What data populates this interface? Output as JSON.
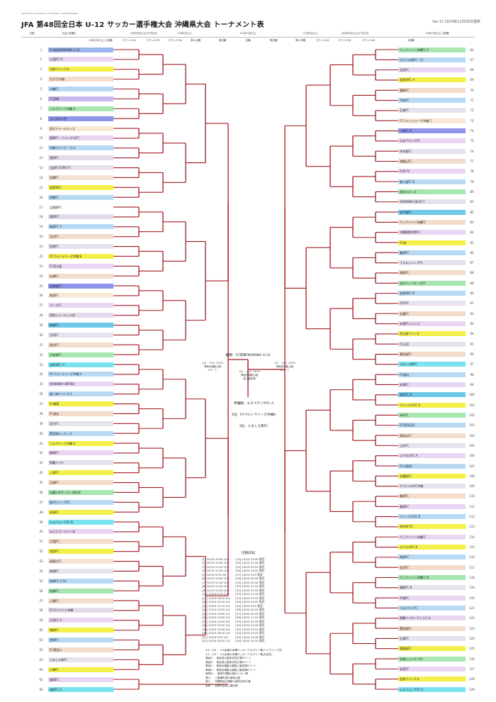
{
  "header": {
    "tiny_label": "THE 48TH ALL JAPAN U-12 FOOTBALL CHAMPIONSHIP",
    "title": "JFA 第48回全日本 U-12 サッカー選手権大会 沖縄県大会 トーナメント表",
    "version": "Ver.17   2024年11月30日更新"
  },
  "columns": {
    "left": {
      "c1": "日程",
      "c1b": "大会(1回戦)",
      "c2": "10月19日(土) 1回戦",
      "c3": "10月26日(土)/27日(日)",
      "c3a": "ラウンド16",
      "c3b": "ラウンド32",
      "c4": "11月2日(土)",
      "c4a": "ラウンド16",
      "c4b": "準々決勝",
      "c5": "準決勝"
    },
    "center": {
      "c1": "11月23日(土)",
      "c1a": "決勝"
    },
    "right": {
      "c1": "11月2日(土)",
      "c1a": "準々決勝",
      "c1b": "ラウンド16",
      "c2": "10月26日(土)/27日(日)",
      "c2a": "ラウンド32",
      "c2b": "ラウンド64",
      "c3": "10月19日(土) 1回戦",
      "c3a": "1回戦"
    }
  },
  "center": {
    "final_label": "優勝：FC琉球OKINAWA U-12",
    "final_venue": "2/4    11/3  13:00\n県総合運動公園\n陸上競技場",
    "semi_left": "2/4    11/3  13:00\n県総合運動公園\nAコート",
    "semi_right": "1/1    11/3  13:00\n県総合運動公園\nBコート",
    "champion": "準優勝：エスペランサFC A",
    "third1": "3位：FCウルトラリーグ沖縄A",
    "third2": "3位：とみしろ南FC"
  },
  "schedule": {
    "title": "1回戦日程",
    "rows_left": [
      "[1]  10/19  10:00  2/4",
      "[2]  10/19  10:40  2/4",
      "[3]  10/19  11:20  2/4",
      "[4]  10/19  12:00  2/4",
      "[5]  10/19  9:20  2/4",
      "[6]  10/19  10:00  2/4",
      "[7]  10/19  10:40  2/4",
      "[8]  10/19  11:20  2/4",
      "[9]  10/19  12:00  2/4",
      "[10]  10/19  9:20  2/4",
      "[11]  10/19  10:00  2/4",
      "[12]  10/19  10:40  2/4",
      "[13]  10/19  11:20  2/4",
      "[14]  10/19  12:00  2/4",
      "[15]  10/19  13:00  2/4",
      "[16]  10/19  13:40  2/4",
      "[17]  10/19  14:20  2/4",
      "[18]  10/19  15:00  2/4",
      "[19]  10/19  15:40  2/4",
      "[20]  10/19  16:20  2/4",
      "[21]  10/19  9:20  2/4",
      "[22]  10/19  10:00  2/4"
    ],
    "rows_right": [
      "[23]  10/20  12:00  奥武",
      "[24]  10/20  12:40  奥武",
      "[25]  10/20  13:20  奥武",
      "[26]  10/20  14:00  奥武",
      "[27]  10/20  9:20  奥武",
      "[28]  10/20  10:00  奥武",
      "[29]  10/20  10:40  奥武",
      "[30]  10/20  11:20  奥武",
      "[31]  10/20  12:00  奥武",
      "[32]  10/20  12:40  奥武",
      "[33]  10/20  13:20  奥武",
      "[34]  10/20  14:00  奥武",
      "[35]  10/20  9:20  奥武",
      "[36]  10/20  10:00  奥武",
      "[37]  10/20  10:40  奥武",
      "[38]  10/20  11:20  奥武",
      "[39]  10/20  12:00  奥武",
      "[40]  10/20  12:40  奥武",
      "[41]  10/20  13:20  奥武",
      "[42]  10/20  14:00  奥武",
      "[43]  10/20  14:40  奥武",
      "[44]  10/20  15:20  奥武"
    ]
  },
  "legend": [
    "2/4・2/4  ：  2/4会場の沖縄サッカーアカデミー場(ハイブリッド芝)",
    "1/1・2/2  ：  2/2会場の沖縄サッカーアカデミー場(天然芝)",
    "奥武A  ：  奥武島公園多目的広場Aコート",
    "奥武B  ：  奥武島公園多目的広場Bコート",
    "県総A  ：  県総合運動公園陸上競技場Aコート",
    "県総B  ：  県総合運動公園陸上競技場Bコート",
    "東風平  ：  東風平運動公園サッカー場",
    "港川  ：  八重瀬町港川緑地公園",
    "美ら  ：  沖縄県総合運動公園多目的広場",
    "西原  ：  西原町民陸上競技場"
  ],
  "left_teams": [
    {
      "n": "1",
      "name": "FC琉球OKINAWA U-12",
      "c": "#9fb5ef"
    },
    {
      "n": "2",
      "name": "大里JFC A",
      "c": "#e6d6ef"
    },
    {
      "n": "3",
      "name": "北部ウイングス",
      "c": "#f4f04a"
    },
    {
      "n": "4",
      "name": "たけさち南J",
      "c": "#f3dccc"
    },
    {
      "n": "5",
      "name": "与儀FC",
      "c": "#b8d9f4"
    },
    {
      "n": "6",
      "name": "FC西崎",
      "c": "#c9b8f0"
    },
    {
      "n": "7",
      "name": "ソルアリーナ沖縄 A",
      "c": "#a8e6b0"
    },
    {
      "n": "8",
      "name": "ふたわかけ合",
      "c": "#8e94ea"
    },
    {
      "n": "9",
      "name": "読谷ドリームキッズ",
      "c": "#f8e8d4"
    },
    {
      "n": "10",
      "name": "嘉数FC・ウイングスFC",
      "c": "#e9d6f3"
    },
    {
      "n": "11",
      "name": "沖縄ウイング・ゴゴ",
      "c": "#b8d9f4"
    },
    {
      "n": "12",
      "name": "浦添FC",
      "c": "#e3dbe9"
    },
    {
      "n": "13",
      "name": "北部FUTURE FC",
      "c": "#e7e2ec"
    },
    {
      "n": "14",
      "name": "泡瀬FC",
      "c": "#f6e3d6"
    },
    {
      "n": "15",
      "name": "宜野湾FC",
      "c": "#f4f04a"
    },
    {
      "n": "16",
      "name": "佐敷FC",
      "c": "#b7dcf1"
    },
    {
      "n": "17",
      "name": "比屋根FC",
      "c": "#ffffff"
    },
    {
      "n": "18",
      "name": "浦添FC",
      "c": "#e3dbe9"
    },
    {
      "n": "19",
      "name": "美東FC A",
      "c": "#b8d9f4"
    },
    {
      "n": "20",
      "name": "北谷FC",
      "c": "#f3dccc"
    },
    {
      "n": "21",
      "name": "西原FC",
      "c": "#e7e2ec"
    },
    {
      "n": "22",
      "name": "FCウルトラリーグ沖縄 B",
      "c": "#f4f04a"
    },
    {
      "n": "23",
      "name": "FC宮古島",
      "c": "#e9d6f3"
    },
    {
      "n": "24",
      "name": "糸満FC",
      "c": "#f3dccc"
    },
    {
      "n": "25",
      "name": "宜野座FC",
      "c": "#8e94ea"
    },
    {
      "n": "26",
      "name": "美東FC",
      "c": "#f8e8d4"
    },
    {
      "n": "27",
      "name": "ゴーカFC",
      "c": "#e9d6f3"
    },
    {
      "n": "28",
      "name": "宮崎ミュージッキ合",
      "c": "#e3dbe9"
    },
    {
      "n": "29",
      "name": "南風FC",
      "c": "#6ec8e8"
    },
    {
      "n": "30",
      "name": "石垣FC",
      "c": "#e7e2ec"
    },
    {
      "n": "31",
      "name": "読谷FC",
      "c": "#f3dccc"
    },
    {
      "n": "32",
      "name": "大宜味FC",
      "c": "#a8e6b0"
    },
    {
      "n": "33",
      "name": "宜野湾FC A",
      "c": "#7be3ef"
    },
    {
      "n": "34",
      "name": "FCウルトラリーグ沖縄 A",
      "c": "#b8d9f4"
    },
    {
      "n": "35",
      "name": "OKINAWA UNITED",
      "c": "#e9d6f3"
    },
    {
      "n": "36",
      "name": "美ら海ウイングス",
      "c": "#b8d9f4"
    },
    {
      "n": "37",
      "name": "FC美東",
      "c": "#f4f04a"
    },
    {
      "n": "38",
      "name": "FC具志",
      "c": "#f3dccc"
    },
    {
      "n": "39",
      "name": "宮古FC",
      "c": "#e7e2ec"
    },
    {
      "n": "40",
      "name": "豊見城キッカーズ",
      "c": "#b8d9f4"
    },
    {
      "n": "41",
      "name": "ソルアリーナ沖縄 A",
      "c": "#f4f04a"
    },
    {
      "n": "42",
      "name": "兼城FC",
      "c": "#e9d6f3"
    },
    {
      "n": "43",
      "name": "那覇ジラチ",
      "c": "#e7e2ec"
    },
    {
      "n": "44",
      "name": "上里FC",
      "c": "#f4f04a"
    },
    {
      "n": "45",
      "name": "玉城FC",
      "c": "#f3dccc"
    },
    {
      "n": "46",
      "name": "名護少年サッカー同好会",
      "c": "#a8e6b0"
    },
    {
      "n": "47",
      "name": "源河ウイングFC",
      "c": "#b8d9f4"
    },
    {
      "n": "48",
      "name": "安岡FC",
      "c": "#f4f04a"
    },
    {
      "n": "49",
      "name": "エスペランサFC B",
      "c": "#7be3ef"
    },
    {
      "n": "50",
      "name": "みどりゴールデン合",
      "c": "#e9d6f3"
    },
    {
      "n": "51",
      "name": "大里JFC",
      "c": "#f3dccc"
    },
    {
      "n": "52",
      "name": "首里FC",
      "c": "#f4f04a"
    },
    {
      "n": "53",
      "name": "真嘉比FC",
      "c": "#f6e3d6"
    },
    {
      "n": "54",
      "name": "南城FC",
      "c": "#e7e2ec"
    },
    {
      "n": "55",
      "name": "琉球FC U-12",
      "c": "#b8d9f4"
    },
    {
      "n": "56",
      "name": "安謝FC",
      "c": "#a8e6b0"
    },
    {
      "n": "57",
      "name": "上間FC",
      "c": "#f3dccc"
    },
    {
      "n": "58",
      "name": "FCグラウンド沖縄",
      "c": "#e3dbe9"
    },
    {
      "n": "59",
      "name": "大里FC A",
      "c": "#e9d6f3"
    },
    {
      "n": "60",
      "name": "城前FC",
      "c": "#f4f04a"
    },
    {
      "n": "61",
      "name": "宜野FC",
      "c": "#b8d9f4"
    },
    {
      "n": "62",
      "name": "FC東田川",
      "c": "#f3dccc"
    },
    {
      "n": "63",
      "name": "とみしろ南FC",
      "c": "#e7e2ec"
    },
    {
      "n": "64",
      "name": "小禄FC",
      "c": "#f4f04a"
    },
    {
      "n": "65",
      "name": "美東FC",
      "c": "#e9d6f3"
    },
    {
      "n": "66",
      "name": "城前FC A",
      "c": "#7be3ef"
    }
  ],
  "right_teams": [
    {
      "n": "66",
      "name": "ヴィクトリー沖縄FC A",
      "c": "#a8e6b0"
    },
    {
      "n": "67",
      "name": "たけとみ南FC・FC",
      "c": "#b8d9f4"
    },
    {
      "n": "68",
      "name": "石垣FC",
      "c": "#e9d6f3"
    },
    {
      "n": "69",
      "name": "宜野湾FC A",
      "c": "#f4f04a"
    },
    {
      "n": "70",
      "name": "嘉数FC",
      "c": "#f3dccc"
    },
    {
      "n": "71",
      "name": "平安FC",
      "c": "#b8d9f4"
    },
    {
      "n": "72",
      "name": "石嶺FC",
      "c": "#e7e2ec"
    },
    {
      "n": "73",
      "name": "FCウルトラリーグ沖縄 C",
      "c": "#f8e8d4"
    },
    {
      "n": "74",
      "name": "小禄FC A",
      "c": "#8e94ea"
    },
    {
      "n": "75",
      "name": "久米アカハチFC",
      "c": "#e9d6f3"
    },
    {
      "n": "76",
      "name": "仲井真FC",
      "c": "#e7e2ec"
    },
    {
      "n": "77",
      "name": "津嘉山FC",
      "c": "#f3dccc"
    },
    {
      "n": "78",
      "name": "FUN FC",
      "c": "#e9d6f3"
    },
    {
      "n": "79",
      "name": "美ら島FC B",
      "c": "#b8d9f4"
    },
    {
      "n": "80",
      "name": "具志川キッズ",
      "c": "#a8e6b0"
    },
    {
      "n": "81",
      "name": "OKINAWA SELECT",
      "c": "#e7e2ec"
    },
    {
      "n": "82",
      "name": "北中城FC",
      "c": "#6ec8e8"
    },
    {
      "n": "83",
      "name": "ヴィクトリー沖縄FC",
      "c": "#f3dccc"
    },
    {
      "n": "84",
      "name": "沖縄国際学院FC",
      "c": "#e9d6f3"
    },
    {
      "n": "85",
      "name": "FC南",
      "c": "#f4f04a"
    },
    {
      "n": "86",
      "name": "兼原FC",
      "c": "#b8d9f4"
    },
    {
      "n": "87",
      "name": "うるまジュニアFC",
      "c": "#e7e2ec"
    },
    {
      "n": "88",
      "name": "高原FC",
      "c": "#f3dccc"
    },
    {
      "n": "89",
      "name": "北谷ファイターズFC",
      "c": "#a8e6b0"
    },
    {
      "n": "90",
      "name": "宜野湾FC B",
      "c": "#b8d9f4"
    },
    {
      "n": "91",
      "name": "伊平FC",
      "c": "#e7e2ec"
    },
    {
      "n": "92",
      "name": "名護FC",
      "c": "#f3dccc"
    },
    {
      "n": "93",
      "name": "糸満FCジュニア",
      "c": "#e9d6f3"
    },
    {
      "n": "94",
      "name": "宮古島ウインズ",
      "c": "#f4f04a"
    },
    {
      "n": "95",
      "name": "FC石垣",
      "c": "#e7e2ec"
    },
    {
      "n": "96",
      "name": "豊見城FC",
      "c": "#f3dccc"
    },
    {
      "n": "97",
      "name": "とみしろ南FC",
      "c": "#7be3ef"
    },
    {
      "n": "98",
      "name": "FC美浜",
      "c": "#b8d9f4"
    },
    {
      "n": "99",
      "name": "糸満FC",
      "c": "#e9d6f3"
    },
    {
      "n": "100",
      "name": "浦添FC B",
      "c": "#6ec8e8"
    },
    {
      "n": "101",
      "name": "ウイングスFC A",
      "c": "#f4f04a"
    },
    {
      "n": "102",
      "name": "SoLFC",
      "c": "#a8e6b0"
    },
    {
      "n": "103",
      "name": "FC武田石西",
      "c": "#b8d9f4"
    },
    {
      "n": "104",
      "name": "真和志FC",
      "c": "#f3dccc"
    },
    {
      "n": "105",
      "name": "山内FC",
      "c": "#e7e2ec"
    },
    {
      "n": "106",
      "name": "エクセスFC A",
      "c": "#e9d6f3"
    },
    {
      "n": "107",
      "name": "FC与那原",
      "c": "#b8d9f4"
    },
    {
      "n": "108",
      "name": "名護東FC",
      "c": "#f4f04a"
    },
    {
      "n": "109",
      "name": "ボアビスタFC沖縄",
      "c": "#e7e2ec"
    },
    {
      "n": "110",
      "name": "美原FC",
      "c": "#f3dccc"
    },
    {
      "n": "111",
      "name": "美東FC",
      "c": "#e9d6f3"
    },
    {
      "n": "112",
      "name": "ウイングスFC B",
      "c": "#b8d9f4"
    },
    {
      "n": "113",
      "name": "SHURI FC",
      "c": "#f4f04a"
    },
    {
      "n": "114",
      "name": "ヴィクトリー沖縄FC",
      "c": "#e9d6f3"
    },
    {
      "n": "115",
      "name": "エクセスFC B",
      "c": "#f4f04a"
    },
    {
      "n": "116",
      "name": "南部FC",
      "c": "#b8d9f4"
    },
    {
      "n": "117",
      "name": "金武FC",
      "c": "#f3dccc"
    },
    {
      "n": "118",
      "name": "ヴィクトリー沖縄FC B",
      "c": "#a8e6b0"
    },
    {
      "n": "119",
      "name": "嘉数FC B",
      "c": "#e7e2ec"
    },
    {
      "n": "120",
      "name": "中城FC",
      "c": "#e9d6f3"
    },
    {
      "n": "121",
      "name": "とみぐすくFC",
      "c": "#b8d9f4"
    },
    {
      "n": "122",
      "name": "那覇インターナショナル",
      "c": "#e9d6f3"
    },
    {
      "n": "123",
      "name": "豊見城FC",
      "c": "#f3dccc"
    },
    {
      "n": "124",
      "name": "石嶺FC",
      "c": "#e7e2ec"
    },
    {
      "n": "125",
      "name": "真喜屋FC",
      "c": "#f4f04a"
    },
    {
      "n": "126",
      "name": "金城ジュニオンFC",
      "c": "#a8e6b0"
    },
    {
      "n": "127",
      "name": "安室FC",
      "c": "#e9d6f3"
    },
    {
      "n": "128",
      "name": "北部ウイングス",
      "c": "#f4f04a"
    },
    {
      "n": "129",
      "name": "エスペランサFC A",
      "c": "#7be3ef"
    }
  ]
}
